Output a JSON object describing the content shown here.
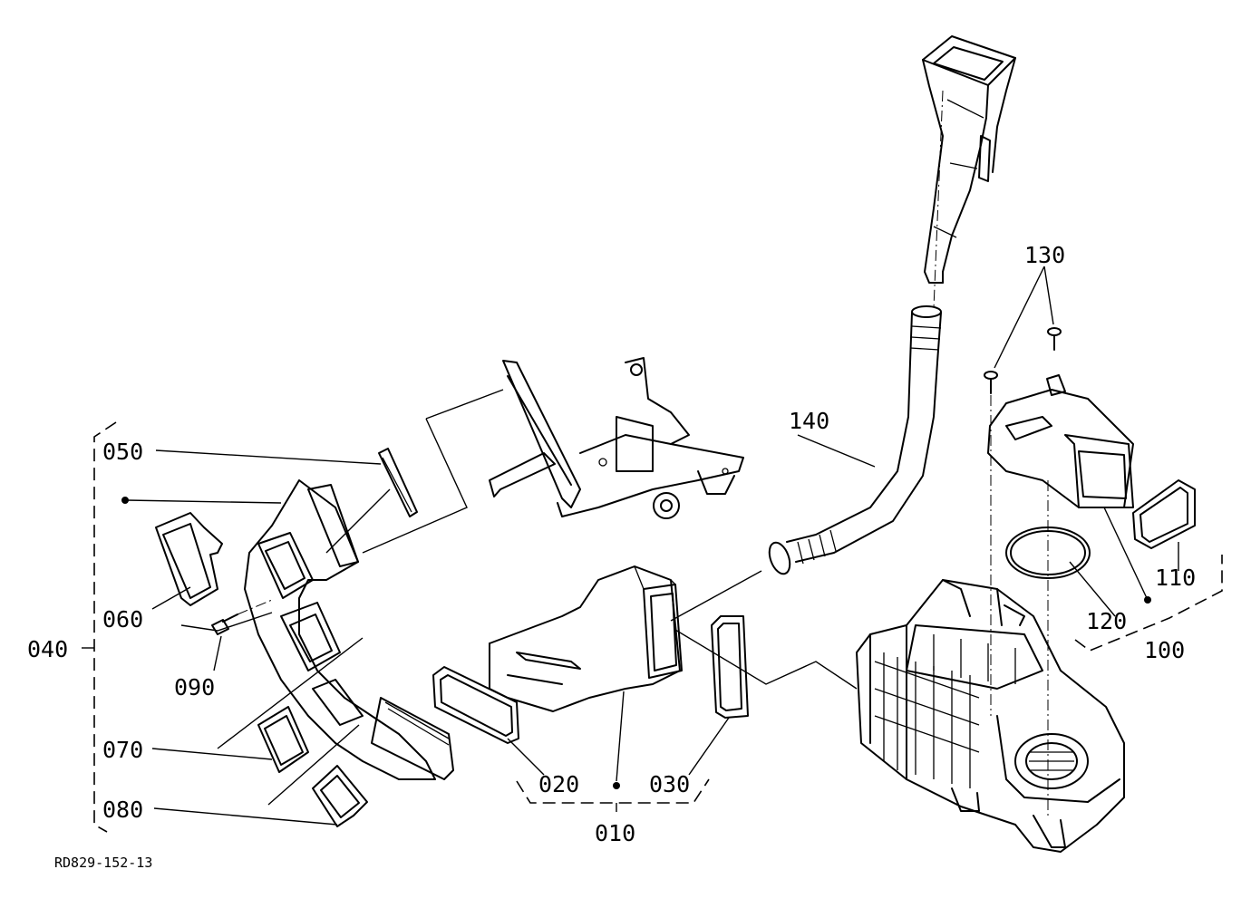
{
  "diagram_code": "RD829-152-13",
  "labels": {
    "p010": "010",
    "p020": "020",
    "p030": "030",
    "p040": "040",
    "p050": "050",
    "p060": "060",
    "p070": "070",
    "p080": "080",
    "p090": "090",
    "p100": "100",
    "p110": "110",
    "p120": "120",
    "p130": "130",
    "p140": "140"
  }
}
